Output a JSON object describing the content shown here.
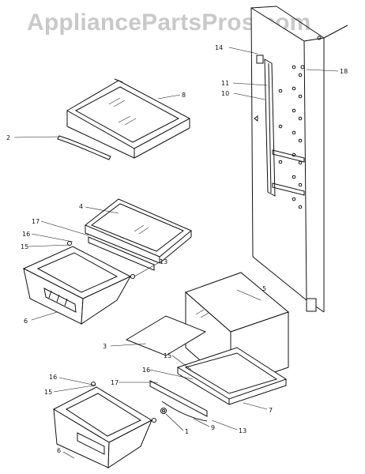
{
  "watermark": "AppliancePartsPros.com",
  "callouts": {
    "c14": "14",
    "c18": "18",
    "c11": "11",
    "c10": "10",
    "c8": "8",
    "c2": "2",
    "c4": "4",
    "c17a": "17",
    "c16a": "16",
    "c15a": "15",
    "c13a": "13",
    "c6a": "6",
    "c5": "5",
    "c3": "3",
    "c15b": "15",
    "c16b": "16",
    "c16c": "16",
    "c17b": "17",
    "c15c": "15",
    "c7": "7",
    "c1": "1",
    "c9": "9",
    "c13b": "13",
    "c6b": "6"
  }
}
